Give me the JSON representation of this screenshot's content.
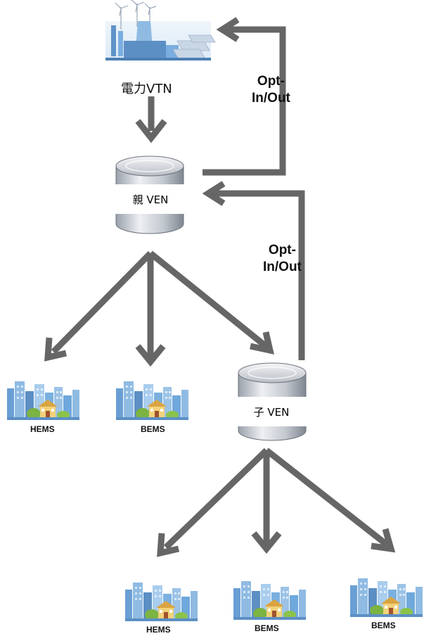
{
  "vtn": {
    "label": "電力VTN",
    "icon": "power-plant-icon"
  },
  "parent_ven": {
    "label": "親 VEN",
    "icon": "database-cylinder-icon"
  },
  "child_ven": {
    "label": "子 VEN",
    "icon": "database-cylinder-icon"
  },
  "opt_in_out_top": {
    "line1": "Opt-",
    "line2": "In/Out"
  },
  "opt_in_out_mid": {
    "line1": "Opt-",
    "line2": "In/Out"
  },
  "level1_buildings": [
    {
      "label": "HEMS",
      "icon": "city-buildings-icon"
    },
    {
      "label": "BEMS",
      "icon": "city-buildings-icon"
    }
  ],
  "level2_buildings": [
    {
      "label": "HEMS",
      "icon": "city-buildings-icon"
    },
    {
      "label": "BEMS",
      "icon": "city-buildings-icon"
    },
    {
      "label": "BEMS",
      "icon": "city-buildings-icon"
    }
  ],
  "colors": {
    "arrow": "#666666",
    "cylinder_body": "#c9ced6",
    "building_blue": "#6fa8dc",
    "building_green": "#8bc34a"
  }
}
